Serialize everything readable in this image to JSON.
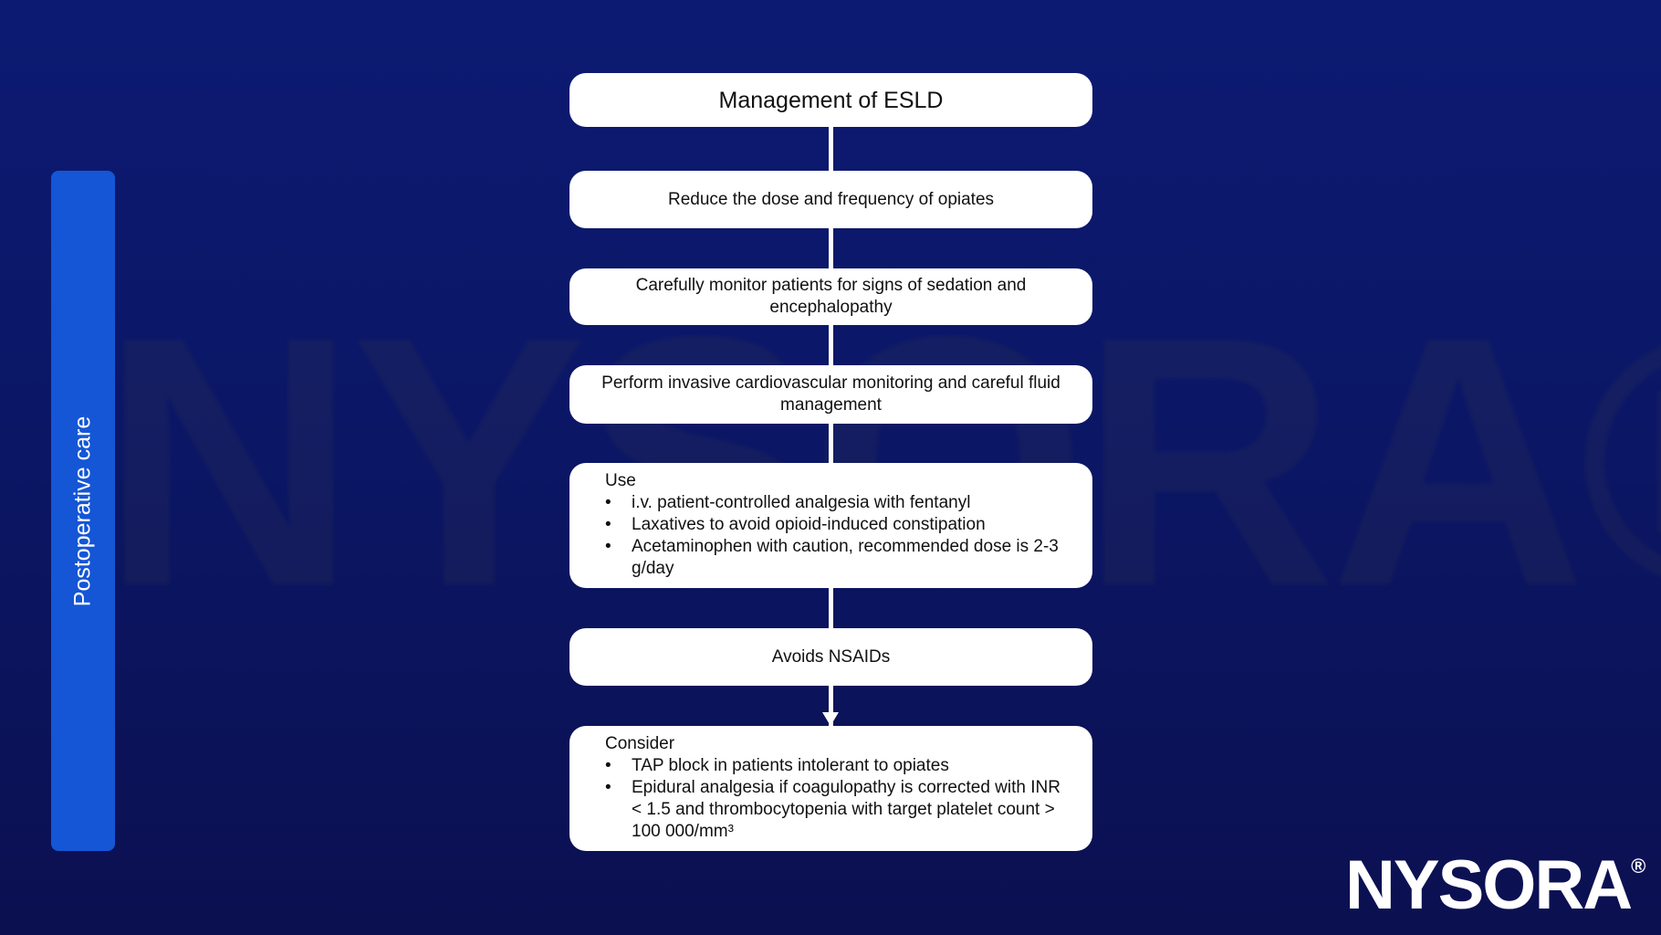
{
  "watermark": "NYSORA®",
  "sidebar": {
    "label": "Postoperative care"
  },
  "title": "Management of ESLD",
  "steps": [
    "Reduce the dose and frequency of opiates",
    "Carefully monitor patients for signs of sedation and encephalopathy",
    "Perform invasive cardiovascular monitoring and careful fluid management"
  ],
  "use": {
    "heading": "Use",
    "items": [
      "i.v. patient-controlled analgesia with fentanyl",
      "Laxatives to avoid opioid-induced constipation",
      "Acetaminophen with caution, recommended dose is 2-3 g/day"
    ]
  },
  "avoid": "Avoids NSAIDs",
  "consider": {
    "heading": "Consider",
    "items": [
      "TAP block in patients intolerant to opiates",
      "Epidural analgesia if coagulopathy is corrected with INR < 1.5 and thrombocytopenia with target platelet count > 100 000/mm³"
    ]
  },
  "logo": {
    "text": "NYSORA",
    "mark": "®"
  }
}
